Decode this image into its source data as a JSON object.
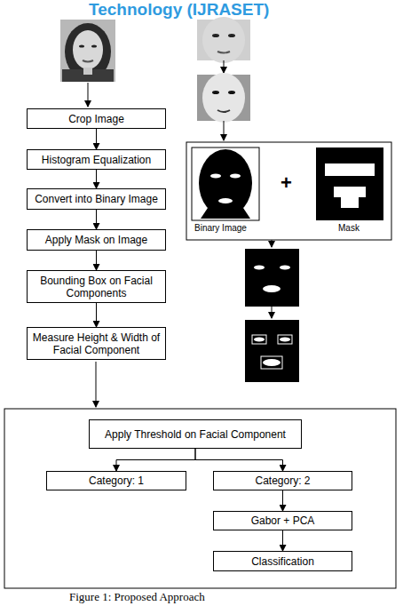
{
  "diagram": {
    "caption": "Figure 1: Proposed Approach",
    "nodes": [
      {
        "text": [
          "Crop Image"
        ]
      },
      {
        "text": [
          "Histogram Equalization"
        ]
      },
      {
        "text": [
          "Convert into Binary Image"
        ]
      },
      {
        "text": [
          "Apply Mask on Image"
        ]
      },
      {
        "text": [
          "Bounding Box on Facial Components"
        ]
      },
      {
        "text": [
          "Measure Height & Width of Facial Component"
        ]
      },
      {
        "text": [
          "Apply Threshold on Facial Component"
        ]
      },
      {
        "text": [
          "Category: 1"
        ]
      },
      {
        "text": [
          "Category: 2"
        ]
      },
      {
        "text": [
          "Gabor + PCA"
        ]
      },
      {
        "text": [
          "Classification"
        ]
      }
    ],
    "edges": [
      {
        "from": 0,
        "to": 1,
        "arrow": "to"
      },
      {
        "from": 1,
        "to": 2,
        "arrow": "to"
      },
      {
        "from": 2,
        "to": 3,
        "arrow": "to"
      },
      {
        "from": 3,
        "to": 4,
        "arrow": "to"
      },
      {
        "from": 4,
        "to": 5,
        "arrow": "to"
      },
      {
        "from": 6,
        "to": 7,
        "arrow": "to"
      },
      {
        "from": 6,
        "to": 8,
        "arrow": "to"
      },
      {
        "from": 8,
        "to": 9,
        "arrow": "to"
      },
      {
        "from": 9,
        "to": 10,
        "arrow": "to"
      }
    ],
    "labels": [
      "Technology (IJRASET)",
      "Binary Image",
      "+",
      "Mask"
    ]
  }
}
